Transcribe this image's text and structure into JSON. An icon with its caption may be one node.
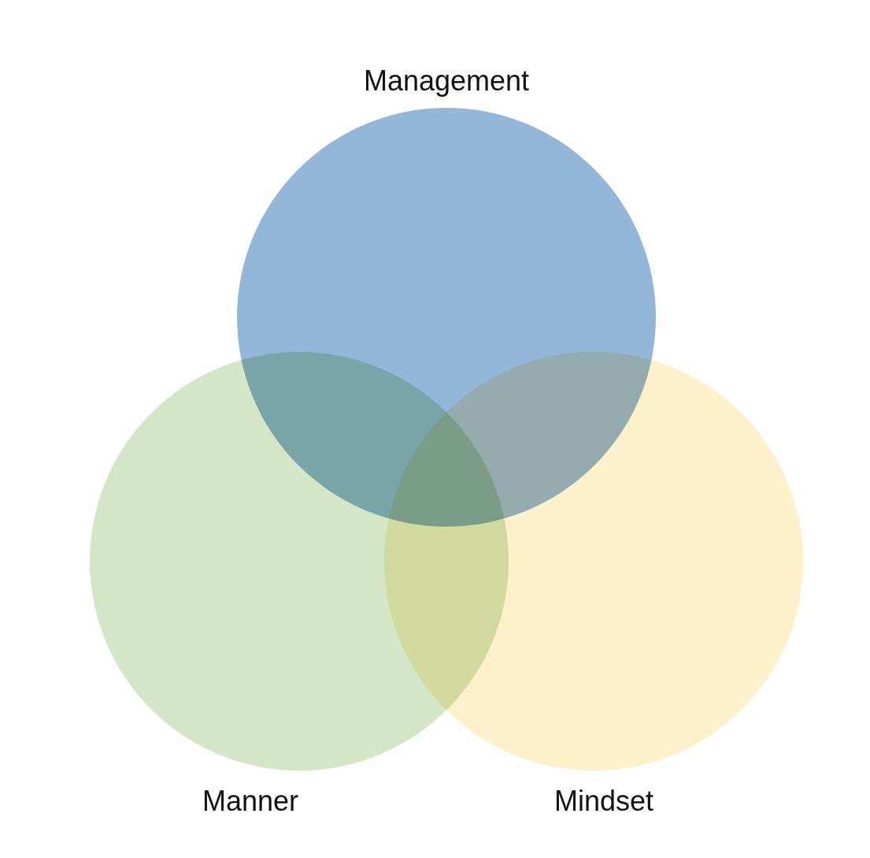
{
  "diagram": {
    "nodes": [
      {
        "text": [
          "Management"
        ]
      },
      {
        "text": [
          "Manner"
        ]
      },
      {
        "text": [
          "Mindset"
        ]
      }
    ]
  }
}
